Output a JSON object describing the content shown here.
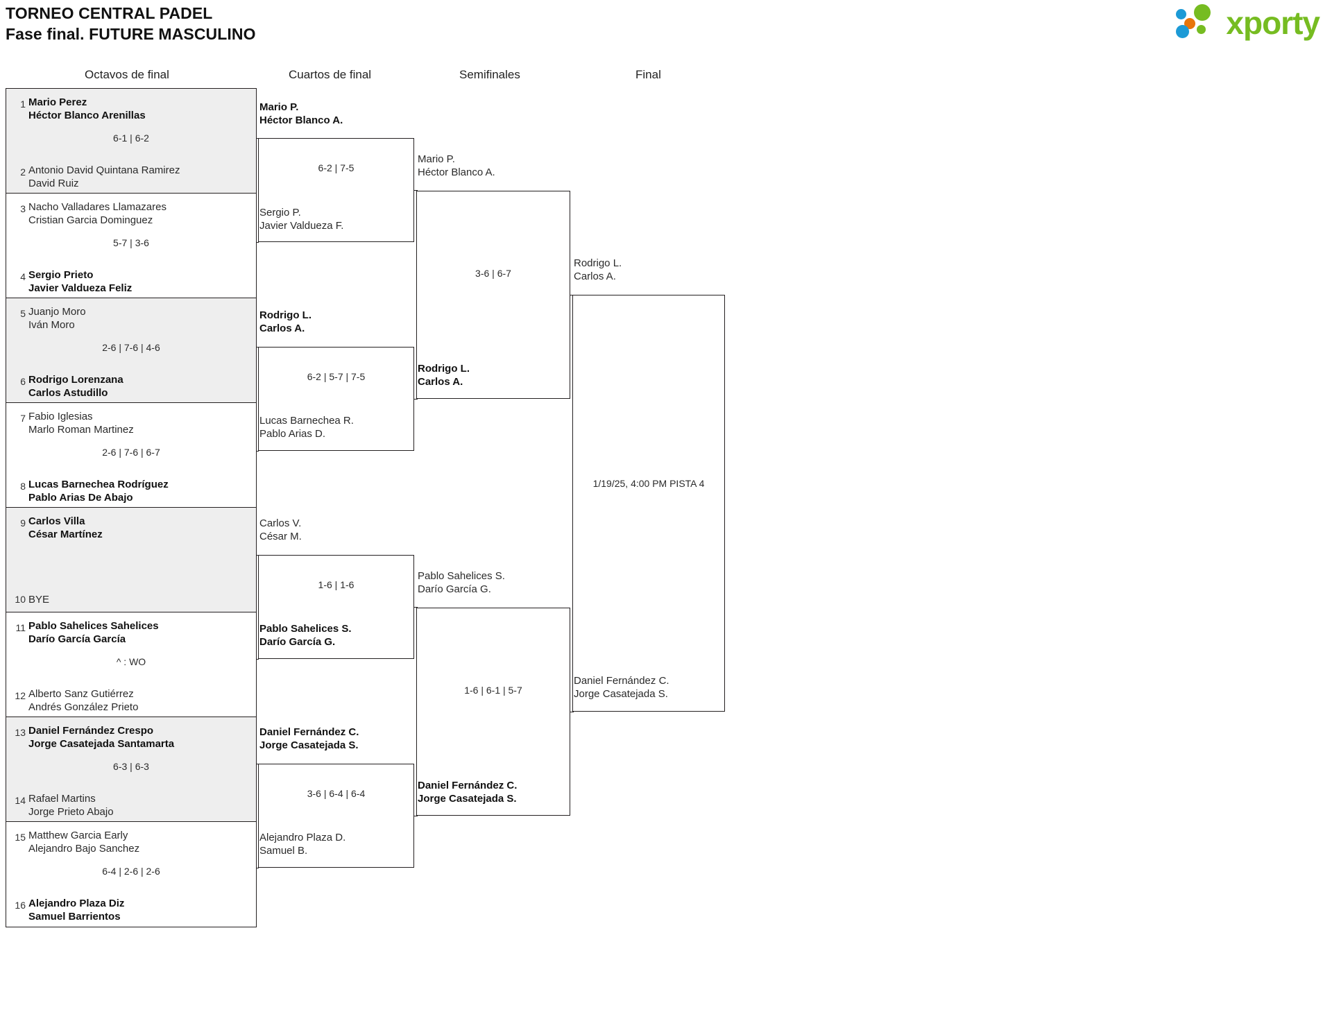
{
  "header": {
    "title": "TORNEO CENTRAL PADEL",
    "subtitle": "Fase final. FUTURE MASCULINO"
  },
  "logo": {
    "wordmark": "xporty",
    "colors": {
      "green": "#76bc21",
      "blue": "#1c9ad6",
      "orange": "#e8750a"
    }
  },
  "rounds": [
    {
      "label": "Octavos de final"
    },
    {
      "label": "Cuartos de final"
    },
    {
      "label": "Semifinales"
    },
    {
      "label": "Final"
    }
  ],
  "round1": [
    {
      "shaded": true,
      "seed_top": "1",
      "top1": "Mario Perez",
      "top2": "Héctor Blanco Arenillas",
      "top_win": true,
      "seed_bot": "2",
      "bot1": "Antonio David Quintana Ramirez",
      "bot2": "David Ruiz",
      "bot_win": false,
      "score": "6-1 | 6-2"
    },
    {
      "shaded": false,
      "seed_top": "3",
      "top1": "Nacho Valladares Llamazares",
      "top2": "Cristian Garcia Dominguez",
      "top_win": false,
      "seed_bot": "4",
      "bot1": "Sergio Prieto",
      "bot2": "Javier Valdueza Feliz",
      "bot_win": true,
      "score": "5-7 | 3-6"
    },
    {
      "shaded": true,
      "seed_top": "5",
      "top1": "Juanjo Moro",
      "top2": "Iván Moro",
      "top_win": false,
      "seed_bot": "6",
      "bot1": "Rodrigo Lorenzana",
      "bot2": "Carlos Astudillo",
      "bot_win": true,
      "score": "2-6 | 7-6 | 4-6"
    },
    {
      "shaded": false,
      "seed_top": "7",
      "top1": "Fabio Iglesias",
      "top2": "Marlo Roman Martinez",
      "top_win": false,
      "seed_bot": "8",
      "bot1": "Lucas Barnechea Rodríguez",
      "bot2": "Pablo Arias De Abajo",
      "bot_win": true,
      "score": "2-6 | 7-6 | 6-7"
    },
    {
      "shaded": true,
      "seed_top": "9",
      "top1": "Carlos Villa",
      "top2": "César Martínez",
      "top_win": true,
      "seed_bot": "10",
      "bot1": "BYE",
      "bot2": "",
      "bot_win": false,
      "score": ""
    },
    {
      "shaded": false,
      "seed_top": "11",
      "top1": "Pablo Sahelices Sahelices",
      "top2": "Darío García García",
      "top_win": true,
      "seed_bot": "12",
      "bot1": "Alberto Sanz Gutiérrez",
      "bot2": "Andrés González Prieto",
      "bot_win": false,
      "score": "^ : WO"
    },
    {
      "shaded": true,
      "seed_top": "13",
      "top1": "Daniel Fernández Crespo",
      "top2": "Jorge Casatejada Santamarta",
      "top_win": true,
      "seed_bot": "14",
      "bot1": "Rafael Martins",
      "bot2": "Jorge Prieto Abajo",
      "bot_win": false,
      "score": "6-3 | 6-3"
    },
    {
      "shaded": false,
      "seed_top": "15",
      "top1": "Matthew Garcia Early",
      "top2": "Alejandro Bajo Sanchez",
      "top_win": false,
      "seed_bot": "16",
      "bot1": "Alejandro Plaza Diz",
      "bot2": "Samuel Barrientos",
      "bot_win": true,
      "score": "6-4 | 2-6 | 2-6"
    }
  ],
  "round2": [
    {
      "top1": "Mario P.",
      "top2": "Héctor Blanco A.",
      "top_win": true,
      "bot1": "Sergio P.",
      "bot2": "Javier Valdueza F.",
      "bot_win": false,
      "score": "6-2 | 7-5"
    },
    {
      "top1": "Rodrigo L.",
      "top2": "Carlos A.",
      "top_win": true,
      "bot1": "Lucas Barnechea R.",
      "bot2": "Pablo Arias D.",
      "bot_win": false,
      "score": "6-2 | 5-7 | 7-5"
    },
    {
      "top1": "Carlos V.",
      "top2": "César M.",
      "top_win": false,
      "bot1": "Pablo Sahelices S.",
      "bot2": "Darío García G.",
      "bot_win": true,
      "score": "1-6 | 1-6"
    },
    {
      "top1": "Daniel Fernández C.",
      "top2": "Jorge Casatejada S.",
      "top_win": true,
      "bot1": "Alejandro Plaza D.",
      "bot2": "Samuel B.",
      "bot_win": false,
      "score": "3-6 | 6-4 | 6-4"
    }
  ],
  "round3": [
    {
      "top1": "Mario P.",
      "top2": "Héctor Blanco A.",
      "top_win": false,
      "bot1": "Rodrigo L.",
      "bot2": "Carlos A.",
      "bot_win": true,
      "score": "3-6 | 6-7"
    },
    {
      "top1": "Pablo Sahelices S.",
      "top2": "Darío García G.",
      "top_win": false,
      "bot1": "Daniel Fernández C.",
      "bot2": "Jorge Casatejada S.",
      "bot_win": true,
      "score": "1-6 | 6-1 | 5-7"
    }
  ],
  "round4": [
    {
      "top1": "Rodrigo L.",
      "top2": "Carlos A.",
      "top_win": false,
      "bot1": "Daniel Fernández C.",
      "bot2": "Jorge Casatejada S.",
      "bot_win": false,
      "score": "1/19/25, 4:00 PM PISTA 4"
    }
  ]
}
